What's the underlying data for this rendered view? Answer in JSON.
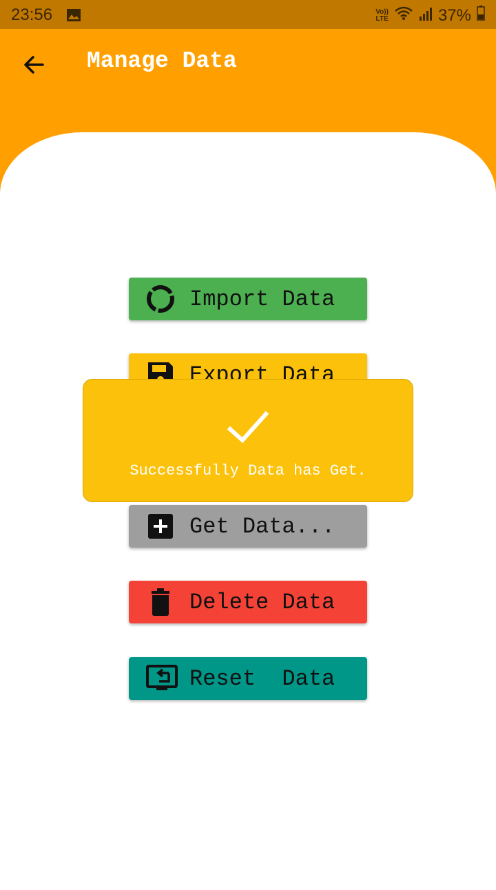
{
  "status_bar": {
    "time": "23:56",
    "volte_top": "Vo))",
    "volte_bottom": "LTE",
    "battery": "37%"
  },
  "header": {
    "title": "Manage Data"
  },
  "actions": [
    {
      "label": "Import Data",
      "icon": "donut-icon",
      "color": "#4caf50"
    },
    {
      "label": "Export Data",
      "icon": "save-icon",
      "color": "#fbc10b"
    },
    {
      "label": "Get Data...",
      "icon": "add-box-icon",
      "color": "#9e9e9e"
    },
    {
      "label": "Delete Data",
      "icon": "trash-icon",
      "color": "#f44336"
    },
    {
      "label": "Reset  Data",
      "icon": "screen-share-icon",
      "color": "#009688"
    }
  ],
  "toast": {
    "icon": "checkmark-icon",
    "message": "Successfully Data has Get.",
    "color": "#fbc10b"
  },
  "colors": {
    "status_bar": "#c17800",
    "app_bar": "#ffa000",
    "background": "#ffffff"
  }
}
